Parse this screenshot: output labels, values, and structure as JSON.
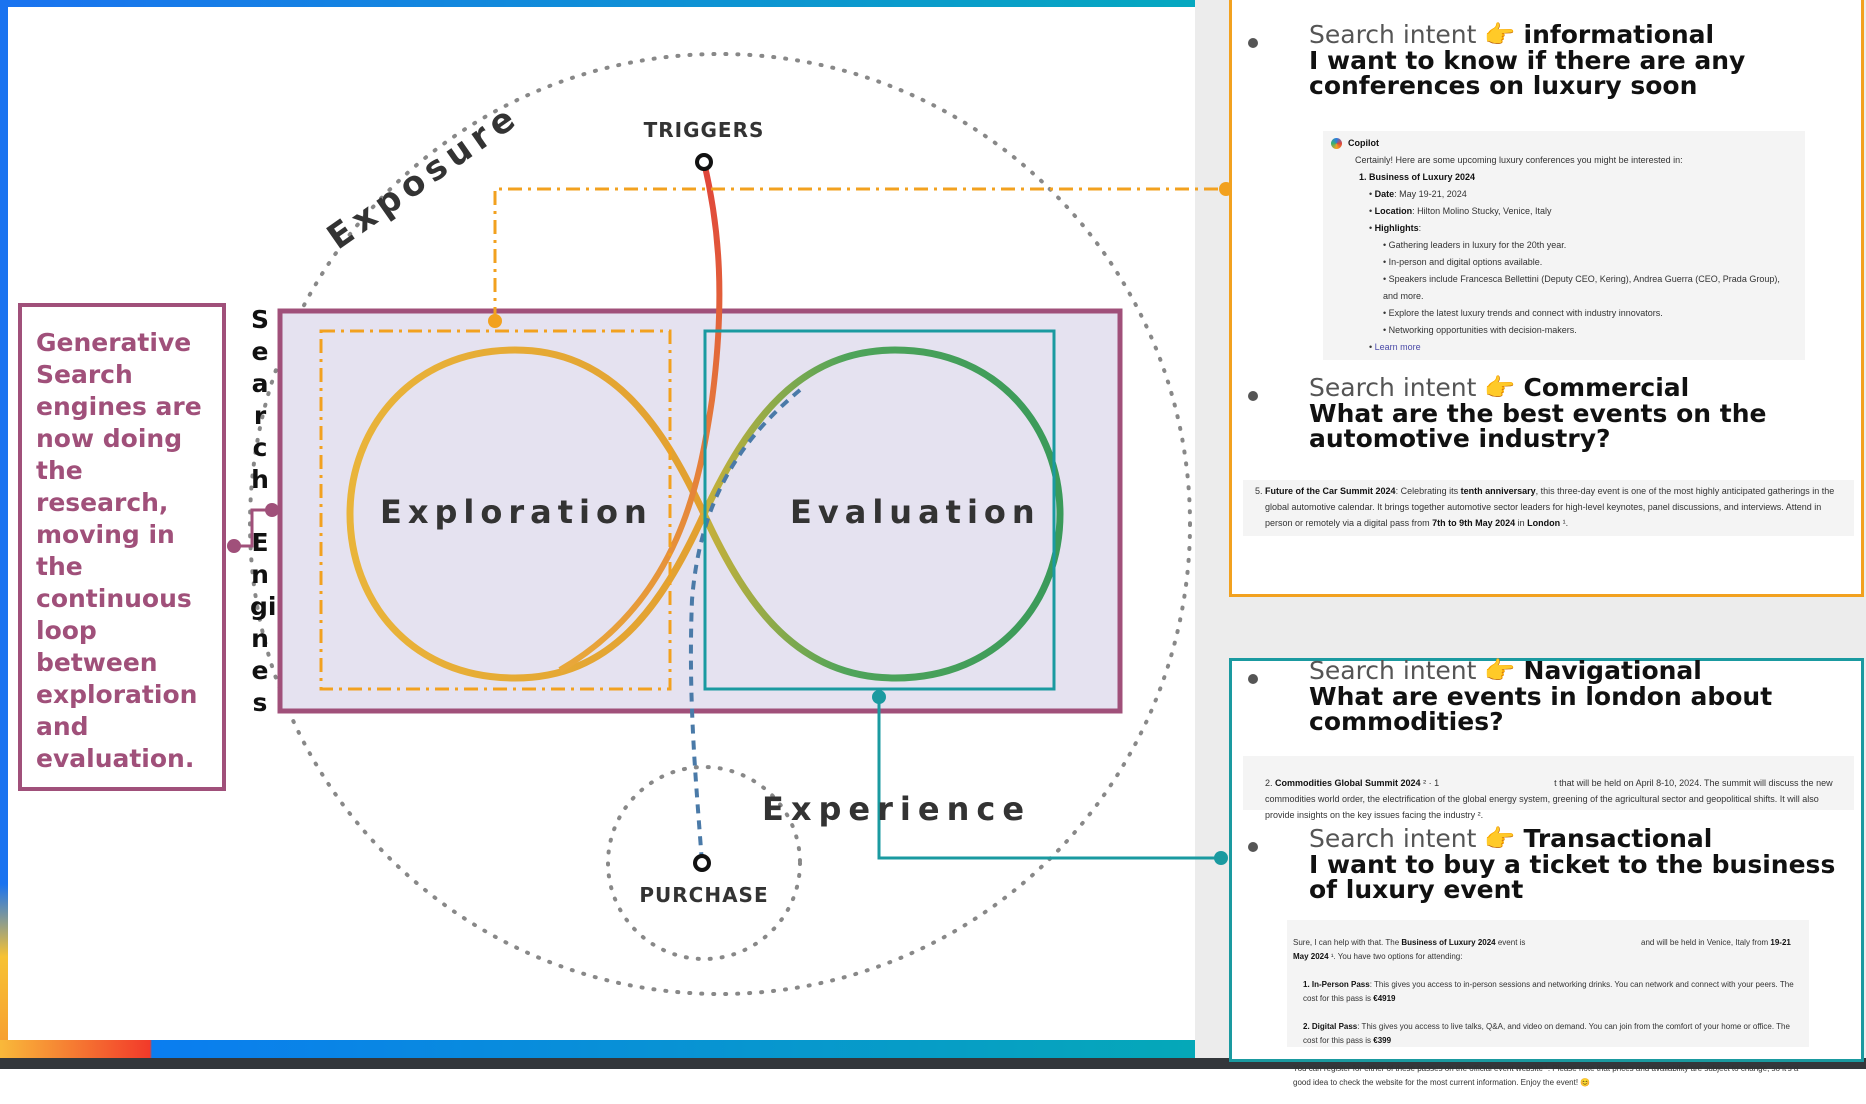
{
  "diagram": {
    "exposure": "Exposure",
    "triggers": "TRIGGERS",
    "exploration": "Exploration",
    "evaluation": "Evaluation",
    "experience": "Experience",
    "purchase": "PURCHASE",
    "search_engines_letters": [
      "S",
      "e",
      "a",
      "r",
      "c",
      "h",
      "E",
      "n",
      "gi",
      "n",
      "e",
      "s"
    ],
    "colors": {
      "purple": "#a0507a",
      "orange": "#f2a11f",
      "teal": "#1a9aa0",
      "green": "#3a9a5a",
      "red": "#e0443a"
    }
  },
  "callout": "Generative Search engines are now doing the research, moving in the continuous loop between exploration and evaluation.",
  "intents": [
    {
      "label": "Search intent",
      "emoji": "👉",
      "type": "informational",
      "query": "I want to know if there are any conferences on luxury soon"
    },
    {
      "label": "Search intent",
      "emoji": "👉",
      "type": "Commercial",
      "query": "What are the best events on the automotive industry?"
    },
    {
      "label": "Search intent",
      "emoji": "👉",
      "type": "Navigational",
      "query": "What are events in london about commodities?"
    },
    {
      "label": "Search intent",
      "emoji": "👉",
      "type": "Transactional",
      "query": "I want to buy a ticket to the business of luxury event"
    }
  ],
  "copilot": {
    "name": "Copilot",
    "intro": "Certainly! Here are some upcoming luxury conferences you might be interested in:",
    "item_title": "1. Business of Luxury 2024",
    "date_label": "Date",
    "date": ": May 19-21, 2024",
    "location_label": "Location",
    "location": ": Hilton Molino Stucky, Venice, Italy",
    "highlights_label": "Highlights",
    "highlights": [
      "Gathering leaders in luxury for the 20th year.",
      "In-person and digital options available.",
      "Speakers include Francesca Bellettini (Deputy CEO, Kering), Andrea Guerra (CEO, Prada Group), and more.",
      "Explore the latest luxury trends and connect with industry innovators.",
      "Networking opportunities with decision-makers."
    ],
    "learn_more": "Learn more"
  },
  "commercial_snippet": {
    "num": "5.",
    "title": "Future of the Car Summit 2024",
    "t1": ": Celebrating its ",
    "b1": "tenth anniversary",
    "t2": ", this three-day event is one of the most highly anticipated gatherings in the global automotive calendar. It brings together automotive sector leaders for high-level keynotes, panel discussions, and interviews. Attend in person or remotely via a digital pass from ",
    "b2": "7th to 9th May 2024",
    "t3": " in ",
    "b3": "London",
    "t4": " ¹."
  },
  "navigational_snippet": {
    "num": "2.",
    "title": "Commodities Global Summit 2024",
    "t1": " ² · 1                                              t that will be held on April 8-10, 2024. The summit will discuss the new commodities world order, the electrification of the global energy system, greening of the agricultural sector and geopolitical shifts. It will also provide insights on the key issues facing the industry ²."
  },
  "transactional_snippet": {
    "p1a": "Sure, I can help with that. The ",
    "p1b": "Business of Luxury 2024",
    "p1c": " event is                                                    and will be held in Venice, Italy from ",
    "p1d": "19-21 May 2024",
    "p1e": " ¹. You have two options for attending:",
    "opt1_label": "1. In-Person Pass",
    "opt1": ": This gives you access to in-person sessions and networking drinks. You can network and connect with your peers. The cost for this pass is ",
    "opt1_price": "€4919",
    "opt2_label": "2. Digital Pass",
    "opt2": ": This gives you access to live talks, Q&A, and video on demand. You can join from the comfort of your home or office. The cost for this pass is ",
    "opt2_price": "€399",
    "closing": "You can register for either of these passes on the official event website ¹. Please note that prices and availability are subject to change, so it's a good idea to check the website for the most current information. Enjoy the event! 😊"
  }
}
